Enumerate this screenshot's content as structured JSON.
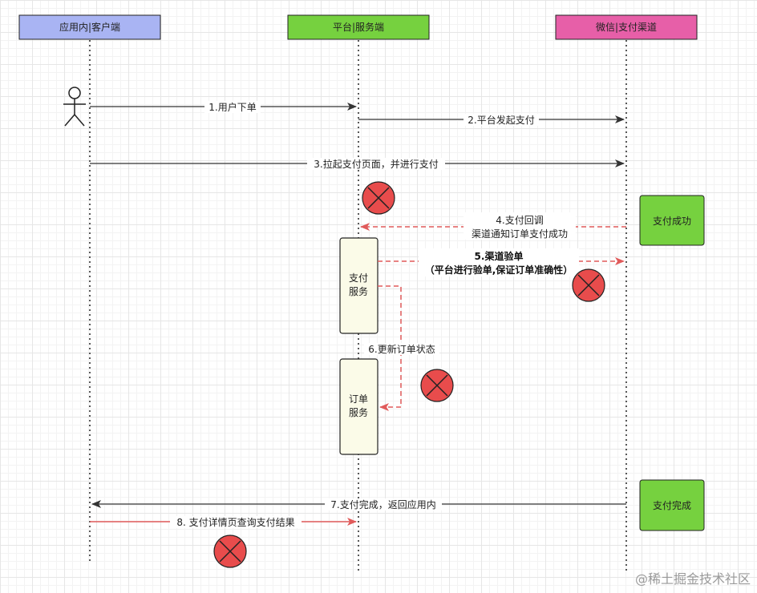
{
  "participants": {
    "client": {
      "label": "应用内|客户端",
      "color": "#a9b4f3"
    },
    "platform": {
      "label": "平台|服务端",
      "color": "#76d13f"
    },
    "channel": {
      "label": "微信|支付渠道",
      "color": "#e75fa8"
    }
  },
  "messages": {
    "m1": "1.用户下单",
    "m2": "2.平台发起支付",
    "m3": "3.拉起支付页面，并进行支付",
    "m4_line1": "4.支付回调",
    "m4_line2": "渠道通知订单支付成功",
    "m5_line1": "5.渠道验单",
    "m5_line2": "（平台进行验单,保证订单准确性）",
    "m6": "6.更新订单状态",
    "m7": "7.支付完成，返回应用内",
    "m8": "8. 支付详情页查询支付结果"
  },
  "services": {
    "pay_line1": "支付",
    "pay_line2": "服务",
    "order_line1": "订单",
    "order_line2": "服务"
  },
  "notes": {
    "pay_success": "支付成功",
    "pay_done": "支付完成"
  },
  "watermark": "@稀土掘金技术社区",
  "colors": {
    "solid_arrow": "#333333",
    "dashed_arrow": "#e05a5a",
    "red_arrow": "#e05a5a",
    "error_fill": "#e84c4c",
    "note_fill": "#76d13f",
    "service_fill": "#fbfbe8"
  }
}
